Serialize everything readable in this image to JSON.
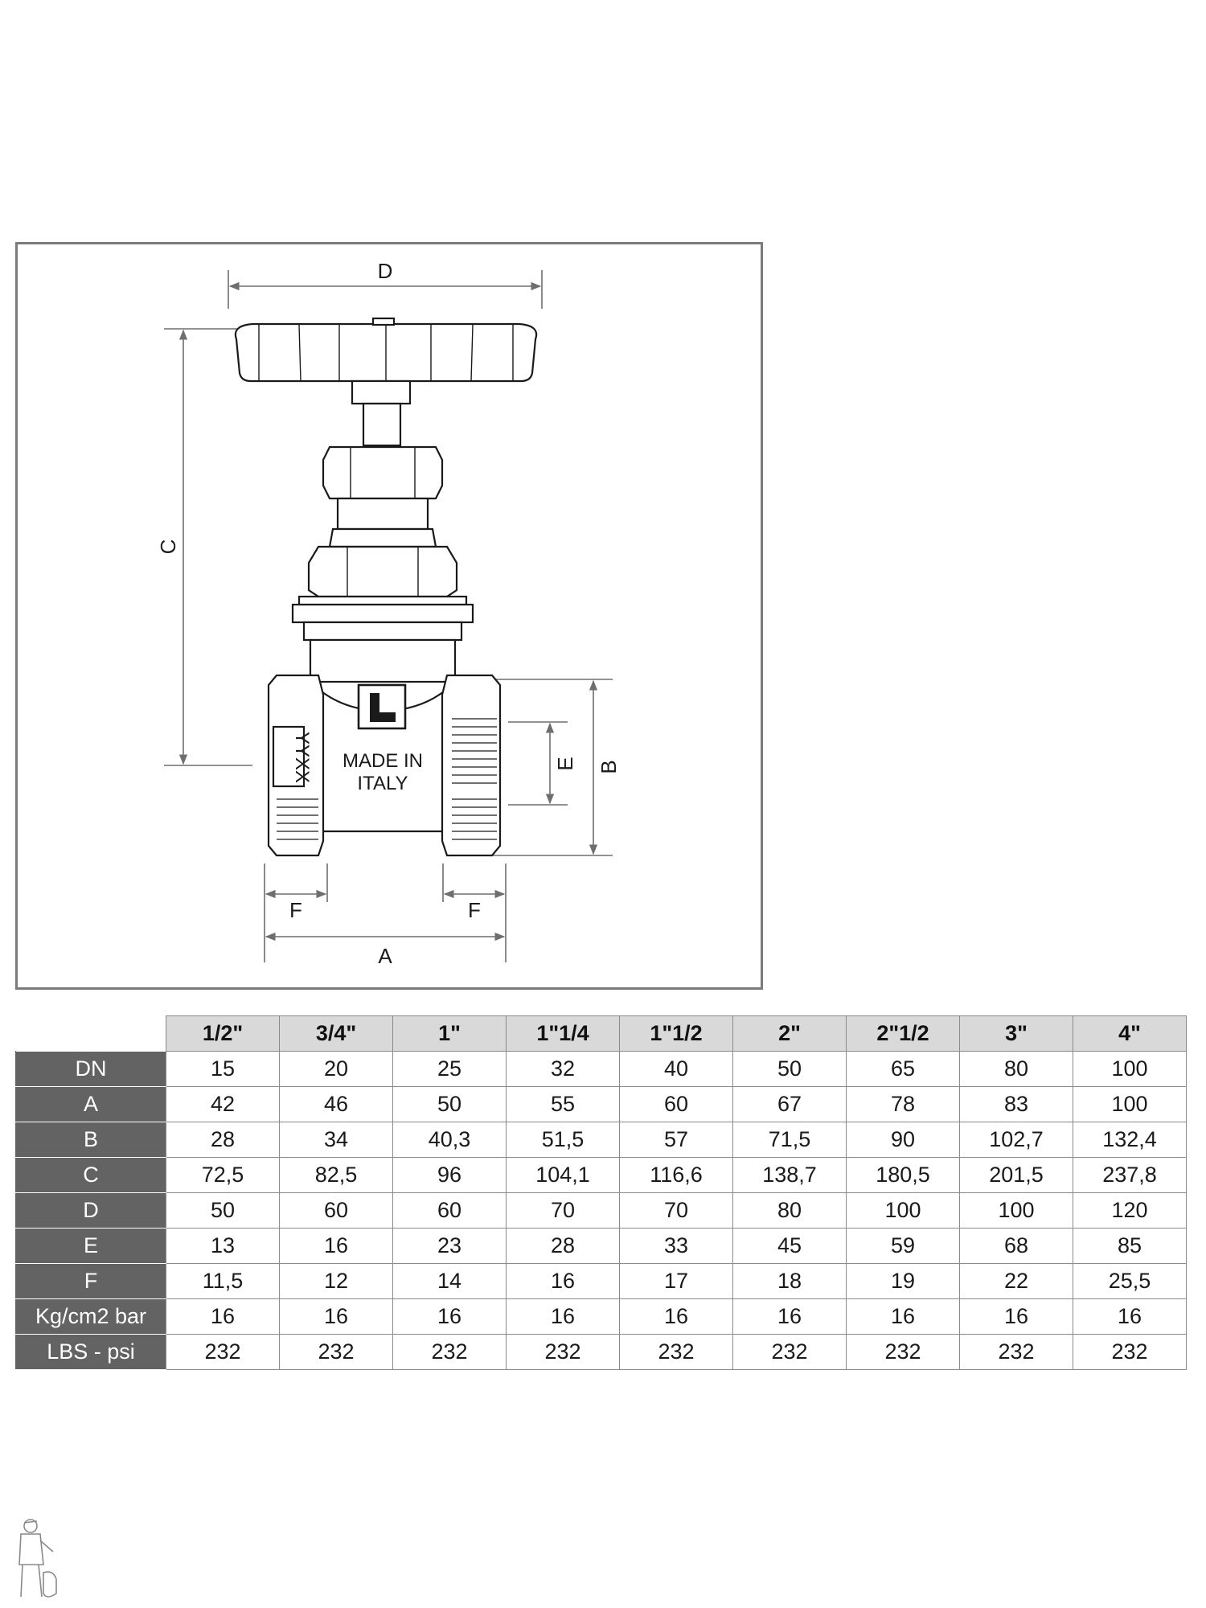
{
  "drawing": {
    "dimension_labels": {
      "A": "A",
      "B": "B",
      "C": "C",
      "D": "D",
      "E": "E",
      "F_left": "F",
      "F_right": "F"
    },
    "body_marking_line1": "MADE IN",
    "body_marking_line2": "ITALY",
    "hex_marking": "YYXX"
  },
  "table": {
    "sizes": [
      "1/2\"",
      "3/4\"",
      "1\"",
      "1\"1/4",
      "1\"1/2",
      "2\"",
      "2\"1/2",
      "3\"",
      "4\""
    ],
    "rows": [
      {
        "label": "DN",
        "values": [
          "15",
          "20",
          "25",
          "32",
          "40",
          "50",
          "65",
          "80",
          "100"
        ]
      },
      {
        "label": "A",
        "values": [
          "42",
          "46",
          "50",
          "55",
          "60",
          "67",
          "78",
          "83",
          "100"
        ]
      },
      {
        "label": "B",
        "values": [
          "28",
          "34",
          "40,3",
          "51,5",
          "57",
          "71,5",
          "90",
          "102,7",
          "132,4"
        ]
      },
      {
        "label": "C",
        "values": [
          "72,5",
          "82,5",
          "96",
          "104,1",
          "116,6",
          "138,7",
          "180,5",
          "201,5",
          "237,8"
        ]
      },
      {
        "label": "D",
        "values": [
          "50",
          "60",
          "60",
          "70",
          "70",
          "80",
          "100",
          "100",
          "120"
        ]
      },
      {
        "label": "E",
        "values": [
          "13",
          "16",
          "23",
          "28",
          "33",
          "45",
          "59",
          "68",
          "85"
        ]
      },
      {
        "label": "F",
        "values": [
          "11,5",
          "12",
          "14",
          "16",
          "17",
          "18",
          "19",
          "22",
          "25,5"
        ]
      },
      {
        "label": "Kg/cm2 bar",
        "values": [
          "16",
          "16",
          "16",
          "16",
          "16",
          "16",
          "16",
          "16",
          "16"
        ]
      },
      {
        "label": "LBS - psi",
        "values": [
          "232",
          "232",
          "232",
          "232",
          "232",
          "232",
          "232",
          "232",
          "232"
        ]
      }
    ]
  },
  "colors": {
    "frame": "#7b7b7b",
    "row_header_bg": "#636363",
    "size_header_bg": "#d9d9d9",
    "line": "#1a1a1a",
    "dimension_line": "#6e6e6e"
  },
  "icons": {
    "logo": "bent-pipe-logo-icon",
    "mascot": "plumber-mascot-icon"
  }
}
